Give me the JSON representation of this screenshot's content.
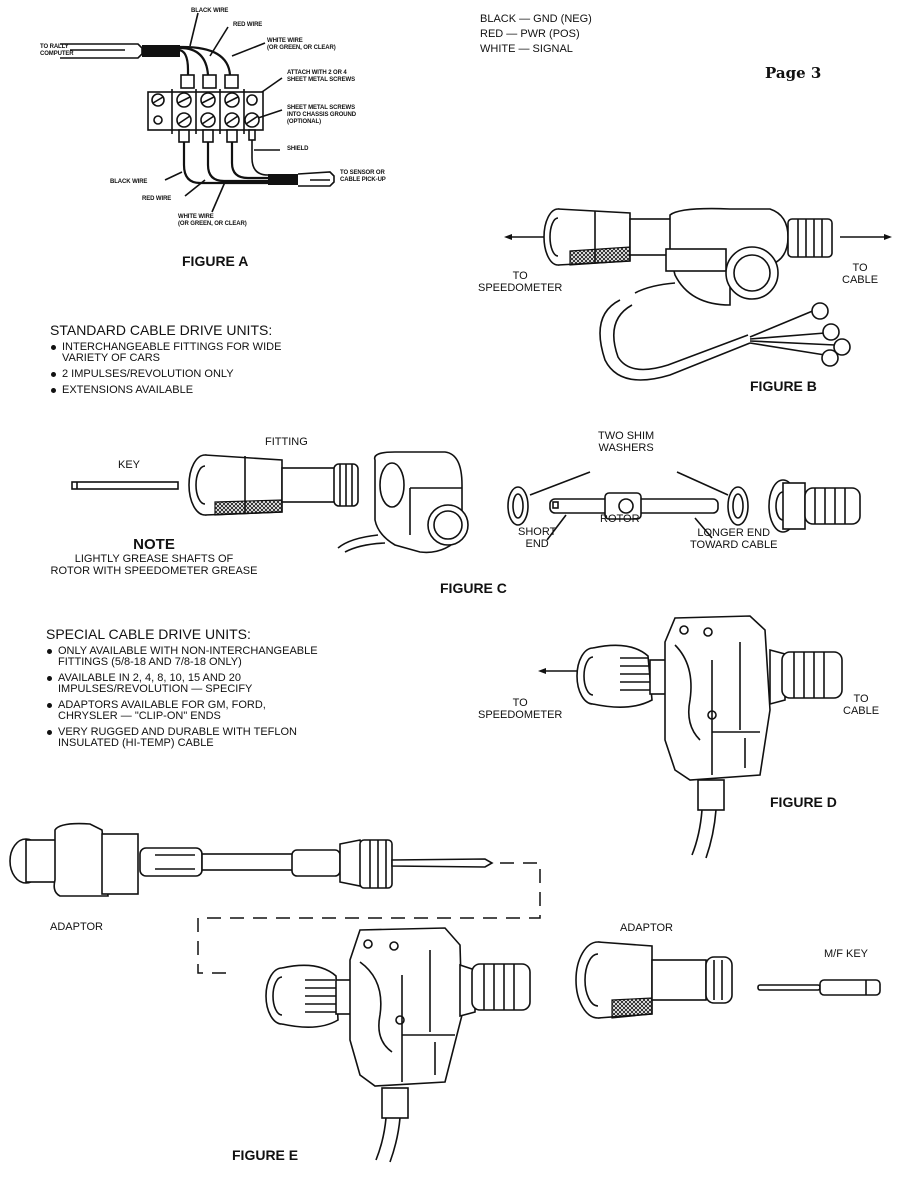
{
  "page": {
    "number_label": "Page 3"
  },
  "wire_legend": [
    "BLACK — GND (NEG)",
    "RED — PWR (POS)",
    "WHITE — SIGNAL"
  ],
  "figure_a": {
    "caption": "FIGURE A",
    "labels": {
      "to_rally_computer": [
        "TO RALLY",
        "COMPUTER"
      ],
      "black_wire_top": "BLACK WIRE",
      "red_wire_top": "RED WIRE",
      "white_wire_top": [
        "WHITE WIRE",
        "(OR GREEN, OR CLEAR)"
      ],
      "attach": [
        "ATTACH WITH 2 OR 4",
        "SHEET METAL SCREWS"
      ],
      "sheet_metal": [
        "SHEET METAL SCREWS",
        "INTO CHASSIS GROUND",
        "(OPTIONAL)"
      ],
      "shield": "SHIELD",
      "to_sensor": [
        "TO SENSOR OR",
        "CABLE PICK-UP"
      ],
      "black_wire_bottom": "BLACK WIRE",
      "red_wire_bottom": "RED WIRE",
      "white_wire_bottom": [
        "WHITE WIRE",
        "(OR GREEN, OR CLEAR)"
      ]
    }
  },
  "standard_units": {
    "heading": "STANDARD CABLE DRIVE UNITS:",
    "bullets": [
      [
        "INTERCHANGEABLE FITTINGS FOR WIDE",
        "VARIETY OF CARS"
      ],
      [
        "2 IMPULSES/REVOLUTION ONLY"
      ],
      [
        "EXTENSIONS AVAILABLE"
      ]
    ]
  },
  "figure_b": {
    "caption": "FIGURE B",
    "to_speedometer": [
      "TO",
      "SPEEDOMETER"
    ],
    "to_cable": [
      "TO",
      "CABLE"
    ]
  },
  "figure_c": {
    "caption": "FIGURE C",
    "key": "KEY",
    "fitting": "FITTING",
    "two_shim_washers": [
      "TWO SHIM",
      "WASHERS"
    ],
    "short_end": [
      "SHORT",
      "END"
    ],
    "rotor": "ROTOR",
    "longer_end": [
      "LONGER END",
      "TOWARD CABLE"
    ],
    "note_title": "NOTE",
    "note_text": [
      "LIGHTLY GREASE SHAFTS OF",
      "ROTOR WITH SPEEDOMETER GREASE"
    ]
  },
  "special_units": {
    "heading": "SPECIAL CABLE DRIVE UNITS:",
    "bullets": [
      [
        "ONLY AVAILABLE WITH NON-INTERCHANGEABLE",
        "FITTINGS (5/8-18 AND 7/8-18 ONLY)"
      ],
      [
        "AVAILABLE IN 2, 4, 8, 10, 15 AND 20",
        "IMPULSES/REVOLUTION — SPECIFY"
      ],
      [
        "ADAPTORS AVAILABLE FOR GM, FORD,",
        "CHRYSLER — \"CLIP-ON\" ENDS"
      ],
      [
        "VERY RUGGED AND DURABLE WITH TEFLON",
        "INSULATED (HI-TEMP) CABLE"
      ]
    ]
  },
  "figure_d": {
    "caption": "FIGURE D",
    "to_speedometer": [
      "TO",
      "SPEEDOMETER"
    ],
    "to_cable": [
      "TO",
      "CABLE"
    ]
  },
  "figure_e": {
    "caption": "FIGURE E",
    "adaptor_left": "ADAPTOR",
    "adaptor_right": "ADAPTOR",
    "mf_key": "M/F KEY"
  }
}
